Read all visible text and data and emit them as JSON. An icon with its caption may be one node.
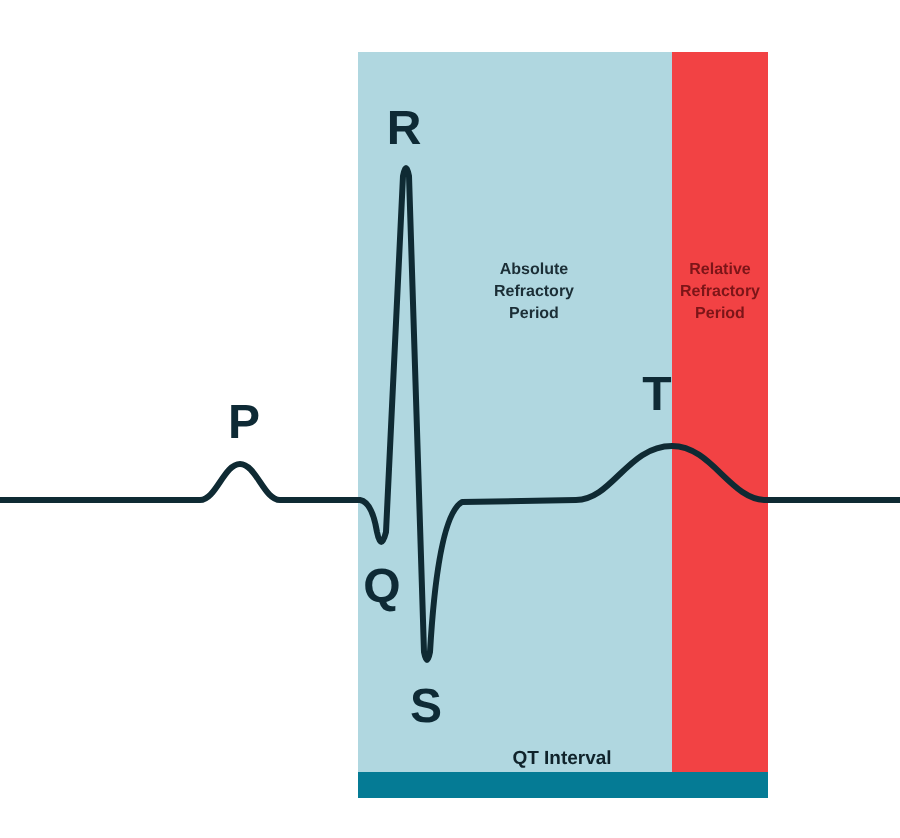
{
  "diagram": {
    "nodes": [
      {
        "text": [
          "Absolute Refractory Period"
        ]
      },
      {
        "text": [
          "Relative Refractory Period"
        ]
      }
    ],
    "labels": [
      "R",
      "T",
      "P",
      "Q",
      "S",
      "QT Interval"
    ]
  }
}
